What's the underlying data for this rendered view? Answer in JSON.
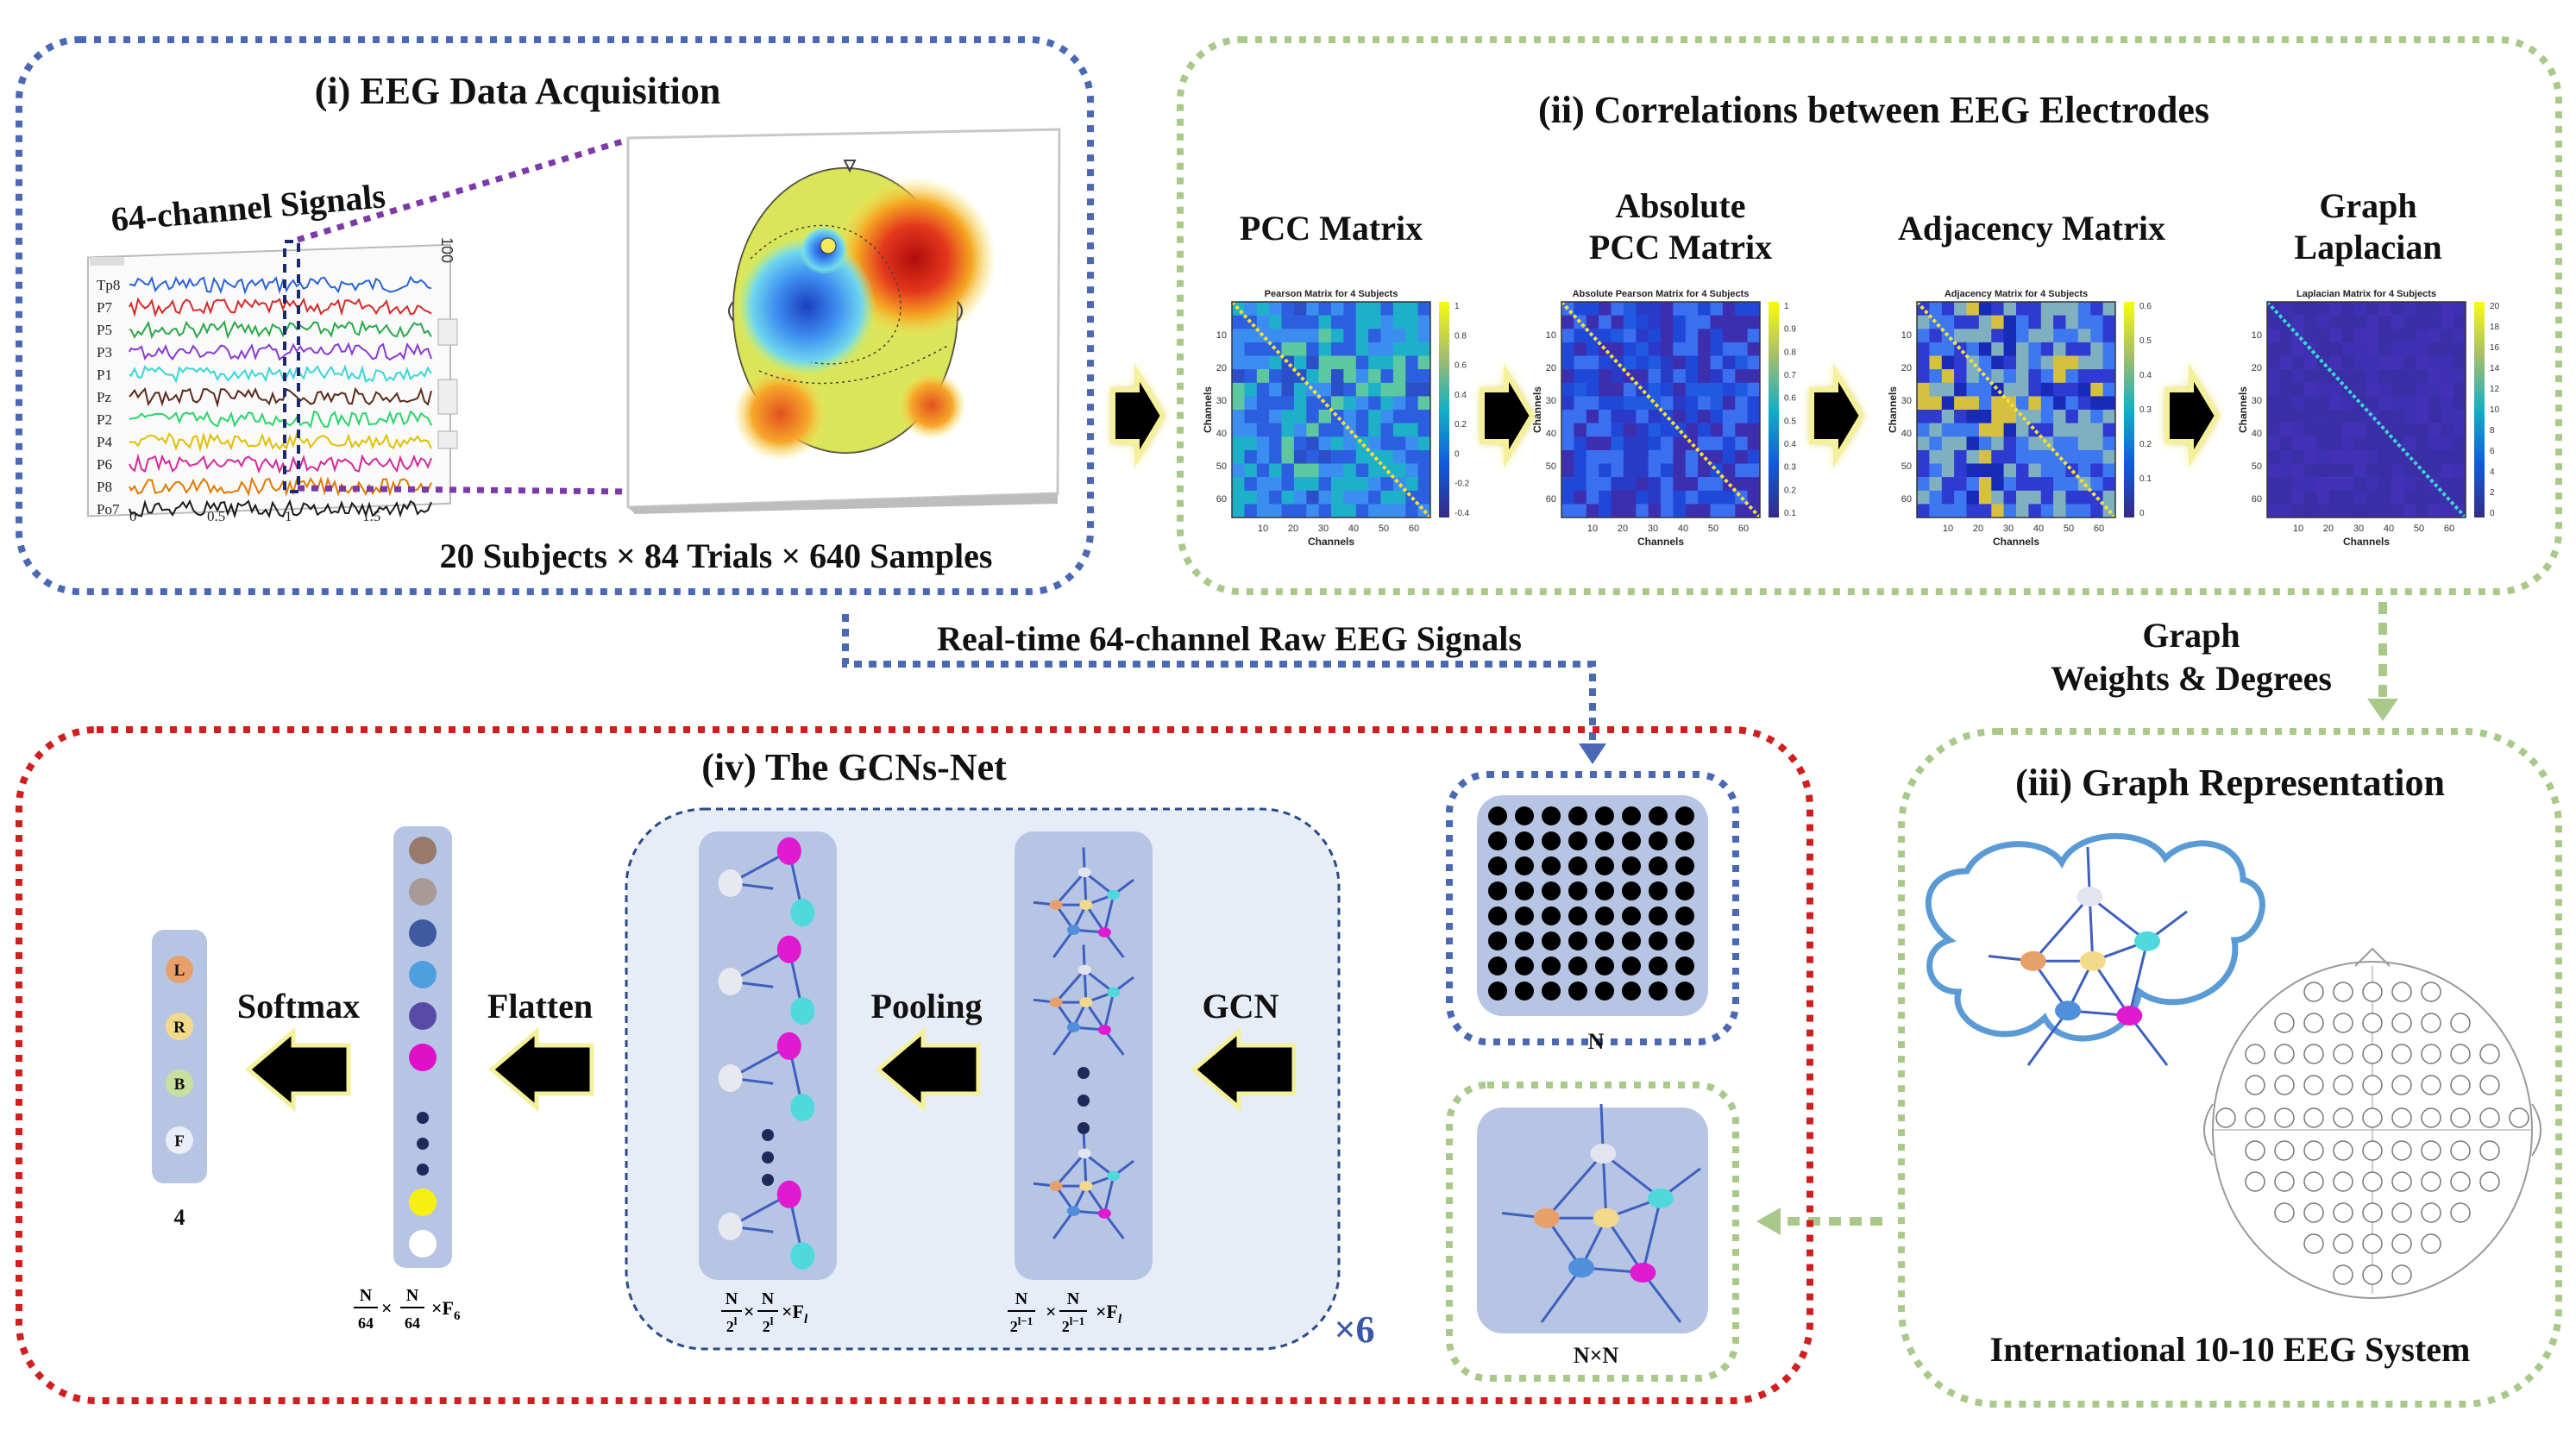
{
  "panel_i": {
    "title": "(i) EEG Data Acquisition",
    "signals_label": "64-channel Signals",
    "channels": [
      "Tp8",
      "P7",
      "P5",
      "P3",
      "P1",
      "Pz",
      "P2",
      "P4",
      "P6",
      "P8",
      "Po7"
    ],
    "axis_ticks": [
      "0",
      "0.5",
      "1",
      "1.5"
    ],
    "scale_label": "100",
    "caption": "20 Subjects × 84 Trials × 640 Samples"
  },
  "panel_ii": {
    "title": "(ii) Correlations between EEG Electrodes",
    "matrices": [
      {
        "heading_lines": [
          "PCC Matrix"
        ],
        "plot_title": "Pearson Matrix for 4 Subjects",
        "cbar": [
          "1",
          "0.8",
          "0.6",
          "0.4",
          "0.2",
          "0",
          "-0.2",
          "-0.4"
        ]
      },
      {
        "heading_lines": [
          "Absolute",
          "PCC Matrix"
        ],
        "plot_title": "Absolute Pearson Matrix for 4 Subjects",
        "cbar": [
          "1",
          "0.9",
          "0.8",
          "0.7",
          "0.6",
          "0.5",
          "0.4",
          "0.3",
          "0.2",
          "0.1"
        ]
      },
      {
        "heading_lines": [
          "Adjacency Matrix"
        ],
        "plot_title": "Adjacency Matrix for 4 Subjects",
        "cbar": [
          "0.6",
          "0.5",
          "0.4",
          "0.3",
          "0.2",
          "0.1",
          "0"
        ]
      },
      {
        "heading_lines": [
          "Graph",
          "Laplacian"
        ],
        "plot_title": "Laplacian Matrix for 4 Subjects",
        "cbar": [
          "20",
          "18",
          "16",
          "14",
          "12",
          "10",
          "8",
          "6",
          "4",
          "2",
          "0"
        ]
      }
    ],
    "axis_ticks": [
      "10",
      "20",
      "30",
      "40",
      "50",
      "60"
    ],
    "xlabel": "Channels",
    "ylabel": "Channels"
  },
  "panel_iii": {
    "title": "(iii) Graph Representation",
    "caption": "International 10-10 EEG System"
  },
  "panel_iv": {
    "title": "(iv) The GCNs-Net",
    "gcn_label": "GCN",
    "pooling_label": "Pooling",
    "flatten_label": "Flatten",
    "softmax_label": "Softmax",
    "repeat_label": "×6",
    "gcn_dim": "N/2^(l−1) × N/2^(l−1) × F_l",
    "pool_dim": "N/2^l × N/2^l × F_l",
    "flatten_dim": "N/64 × N/64 × F6",
    "classes": [
      "L",
      "R",
      "B",
      "F"
    ],
    "output_count": "4"
  },
  "input_n": {
    "label": "N"
  },
  "input_nxn": {
    "label": "N×N"
  },
  "connectors": {
    "raw_signals": "Real-time 64-channel Raw EEG Signals",
    "graph_weights": [
      "Graph",
      "Weights & Degrees"
    ]
  },
  "colors": {
    "panel_i_border": "#4a68b4",
    "panel_ii_border": "#a9c98a",
    "panel_iv_border": "#d01f1f",
    "node_orange": "#e8a06a",
    "node_yellow": "#f3d98a",
    "node_cyan": "#4fd9dd",
    "node_magenta": "#e01ad0",
    "node_blue": "#4f8fdc",
    "edge": "#3f5fbf"
  }
}
